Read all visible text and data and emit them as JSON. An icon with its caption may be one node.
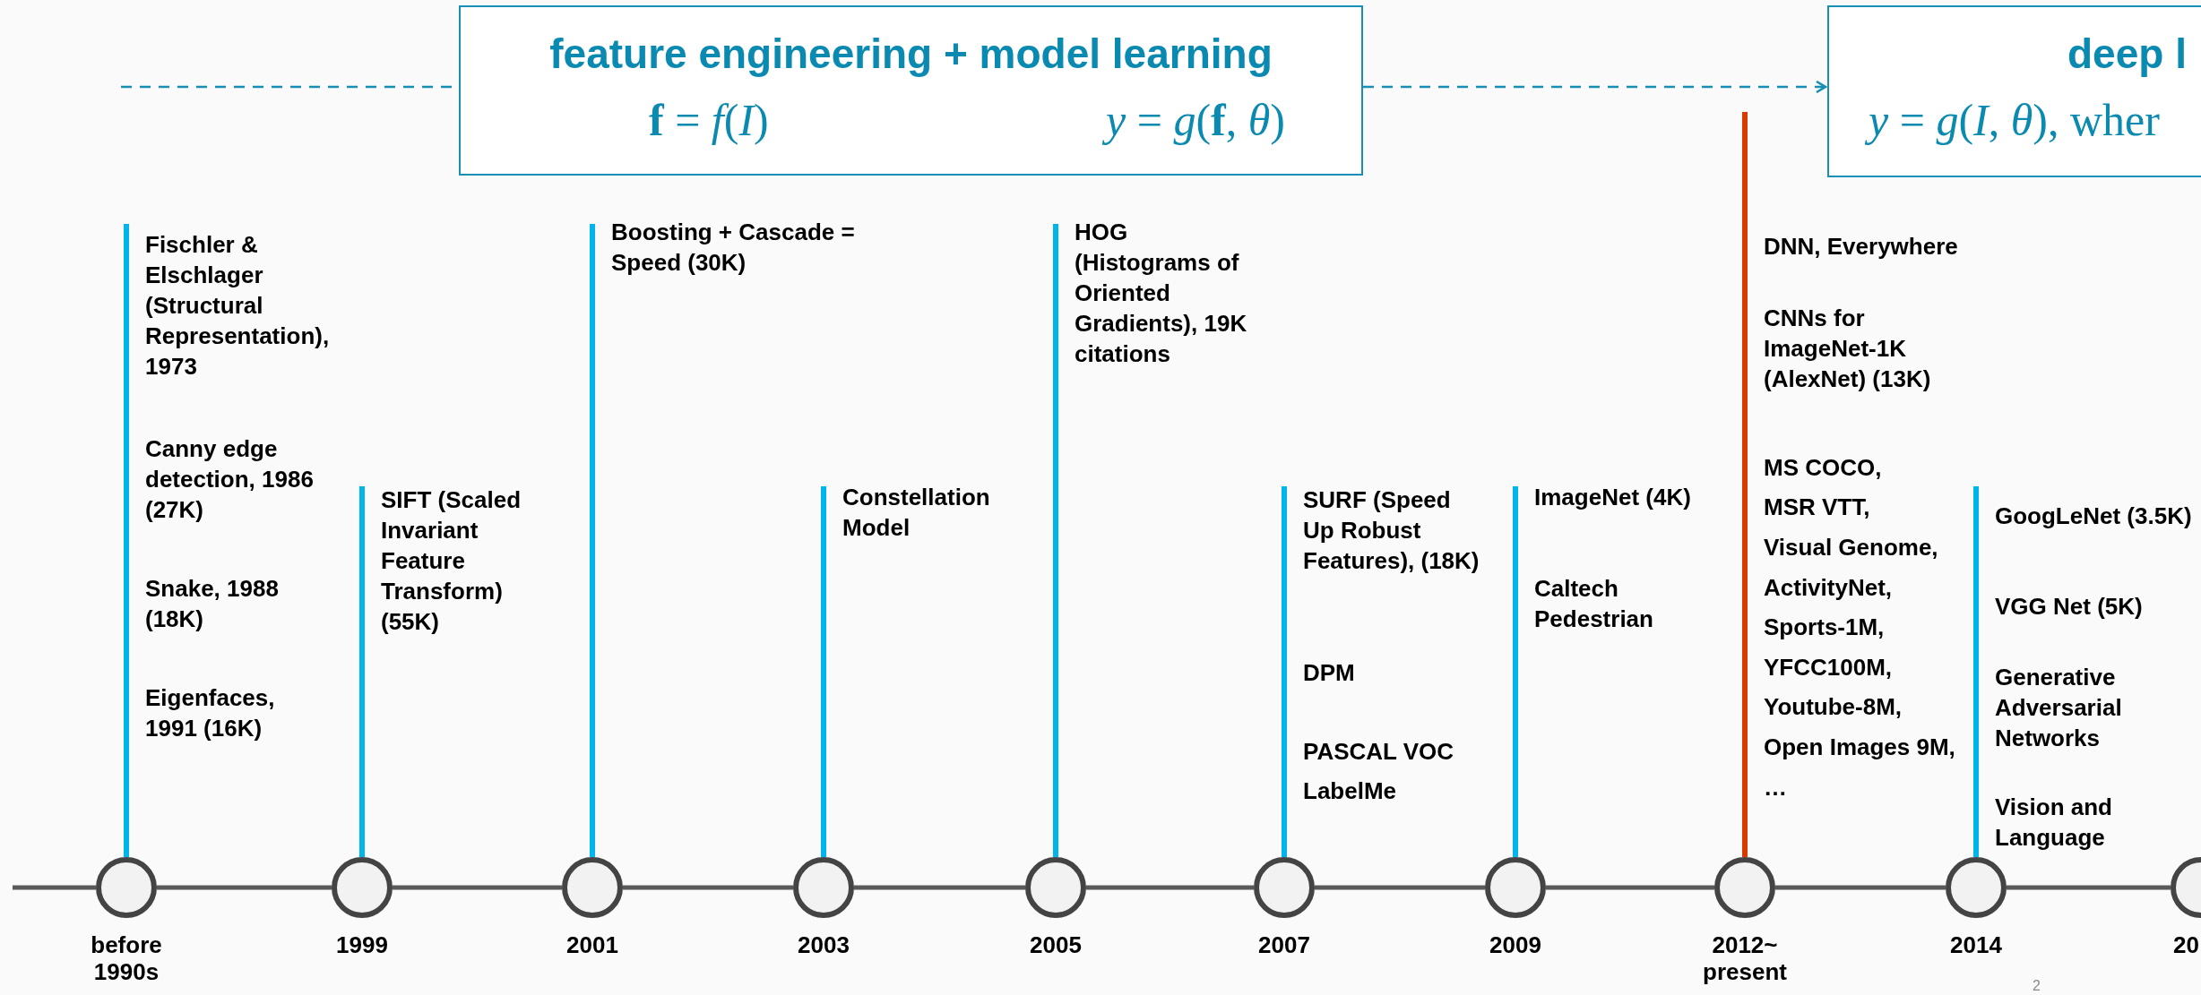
{
  "diagram": {
    "nodes": [
      {
        "text": [
          "feature engineering + model learning",
          "**f** = *f*(*I*)",
          "*y* = *g*(**f**, *θ*)"
        ]
      },
      {
        "text": [
          "deep l",
          "*y* = *g*(*I*, *θ*), wher"
        ]
      },
      {
        "text": [
          "Fischler & Elschlager (Structural Representation), 1973",
          "Canny edge detection, 1986 (27K)",
          "Snake, 1988 (18K)",
          "Eigenfaces, 1991 (16K)"
        ]
      },
      {
        "text": [
          "SIFT (Scaled Invariant Feature Transform) (55K)"
        ]
      },
      {
        "text": [
          "Boosting + Cascade = Speed (30K)"
        ]
      },
      {
        "text": [
          "Constellation Model"
        ]
      },
      {
        "text": [
          "HOG (Histograms of Oriented Gradients), 19K citations"
        ]
      },
      {
        "text": [
          "SURF (Speed Up Robust Features), (18K)",
          "DPM",
          "PASCAL VOC",
          "LabelMe"
        ]
      },
      {
        "text": [
          "ImageNet (4K)",
          "Caltech Pedestrian"
        ]
      },
      {
        "text": [
          "DNN, Everywhere",
          "CNNs for ImageNet-1K (AlexNet) (13K)",
          "MS COCO,",
          "MSR VTT,",
          "Visual Genome,",
          "ActivityNet,",
          "Sports-1M,",
          "YFCC100M,",
          "Youtube-8M,",
          "Open Images 9M,",
          "…"
        ]
      },
      {
        "text": [
          "GoogLeNet (3.5K)",
          "VGG Net (5K)",
          "Generative Adversarial Networks",
          "Vision and Language"
        ]
      },
      {
        "text": [],
        "shape": "circle",
        "beside": [
          "before 1990s"
        ]
      },
      {
        "text": [],
        "shape": "circle",
        "beside": [
          "1999"
        ]
      },
      {
        "text": [],
        "shape": "circle",
        "beside": [
          "2001"
        ]
      },
      {
        "text": [],
        "shape": "circle",
        "beside": [
          "2003"
        ]
      },
      {
        "text": [],
        "shape": "circle",
        "beside": [
          "2005"
        ]
      },
      {
        "text": [],
        "shape": "circle",
        "beside": [
          "2007"
        ]
      },
      {
        "text": [],
        "shape": "circle",
        "beside": [
          "2009"
        ]
      },
      {
        "text": [],
        "shape": "circle",
        "beside": [
          "2012~ present"
        ]
      },
      {
        "text": [],
        "shape": "circle",
        "beside": [
          "2014"
        ]
      },
      {
        "text": [],
        "shape": "circle",
        "beside": [
          "20"
        ]
      }
    ],
    "edges": [
      {
        "from": null,
        "to": 0,
        "arrow": "none",
        "style": "dashed",
        "color": "#1a8fb5"
      },
      {
        "from": 0,
        "to": 1,
        "arrow": "to",
        "style": "dashed",
        "color": "#1a8fb5"
      },
      {
        "from": null,
        "to": 11,
        "arrow": "none"
      },
      {
        "from": 11,
        "to": 12,
        "arrow": "none"
      },
      {
        "from": 12,
        "to": 13,
        "arrow": "none"
      },
      {
        "from": 13,
        "to": 14,
        "arrow": "none"
      },
      {
        "from": 14,
        "to": 15,
        "arrow": "none"
      },
      {
        "from": 15,
        "to": 16,
        "arrow": "none"
      },
      {
        "from": 16,
        "to": 17,
        "arrow": "none"
      },
      {
        "from": 17,
        "to": 18,
        "arrow": "none"
      },
      {
        "from": 18,
        "to": 19,
        "arrow": "none"
      },
      {
        "from": 19,
        "to": 20,
        "arrow": "none"
      },
      {
        "from": 11,
        "to": 2,
        "arrow": "none",
        "color": "#00b4ec"
      },
      {
        "from": 12,
        "to": 3,
        "arrow": "none",
        "color": "#00b4ec"
      },
      {
        "from": 13,
        "to": 4,
        "arrow": "none",
        "color": "#00b4ec"
      },
      {
        "from": 14,
        "to": 5,
        "arrow": "none",
        "color": "#00b4ec"
      },
      {
        "from": 15,
        "to": 6,
        "arrow": "none",
        "color": "#00b4ec"
      },
      {
        "from": 16,
        "to": 7,
        "arrow": "none",
        "color": "#00b4ec"
      },
      {
        "from": 17,
        "to": 8,
        "arrow": "none",
        "color": "#00b4ec"
      },
      {
        "from": 18,
        "to": 9,
        "arrow": "none",
        "color": "#d83b01"
      },
      {
        "from": 19,
        "to": 10,
        "arrow": "none",
        "color": "#00b4ec"
      }
    ],
    "labels": [
      "2"
    ]
  }
}
